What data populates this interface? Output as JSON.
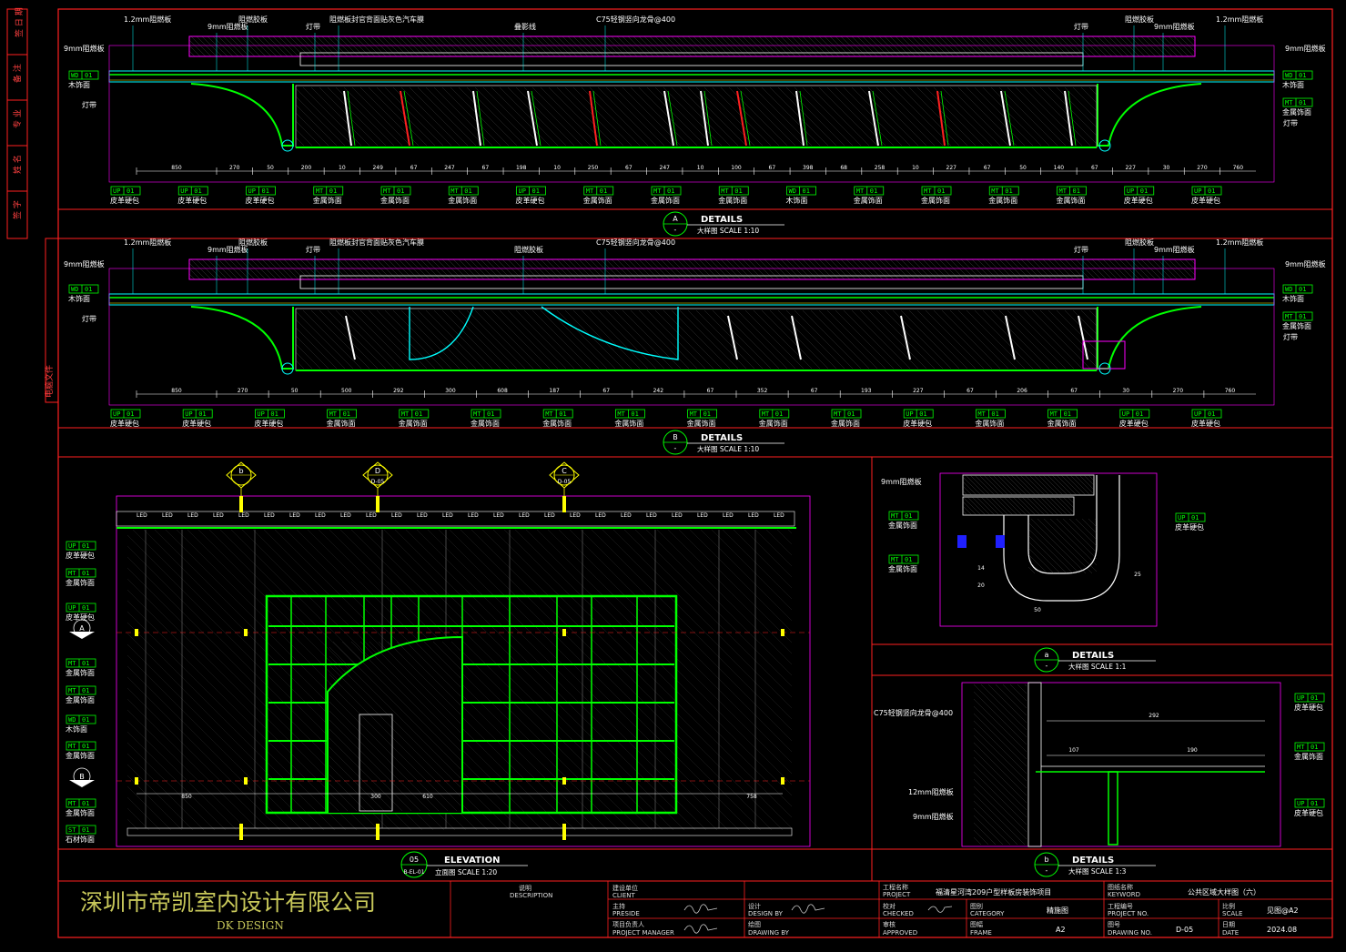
{
  "colors": {
    "frame": "#ff2020",
    "outline": "#ff00ff",
    "glass": "#00ff00",
    "cyan": "#00ffff",
    "white": "#ffffff",
    "yellow": "#ffff00",
    "blue": "#2020ff",
    "company": "#c8c85a"
  },
  "left_stamp": [
    "签 日 期",
    "备 注",
    "专 业",
    "姓 名",
    "签 字"
  ],
  "left_stamp2": "电脑文件",
  "detail_a": {
    "top_labels": [
      "1.2mm阻燃板",
      "9mm阻燃板",
      "阻燃胶板",
      "灯带",
      "阻燃板封官背面贴灰色汽车膜",
      "叠影线",
      "C75轻钢竖向龙骨@400",
      "灯带",
      "阻燃胶板",
      "9mm阻燃板",
      "1.2mm阻燃板"
    ],
    "left_labels": [
      "9mm阻燃板",
      "木饰面",
      "灯带"
    ],
    "right_labels": [
      "9mm阻燃板",
      "木饰面",
      "金属饰面",
      "灯带"
    ],
    "tags": [
      {
        "code": "UP 01",
        "name": "皮革硬包"
      },
      {
        "code": "UP 01",
        "name": "皮革硬包"
      },
      {
        "code": "UP 01",
        "name": "皮革硬包"
      },
      {
        "code": "MT 01",
        "name": "金属饰面"
      },
      {
        "code": "MT 01",
        "name": "金属饰面"
      },
      {
        "code": "MT 01",
        "name": "金属饰面"
      },
      {
        "code": "UP 01",
        "name": "皮革硬包"
      },
      {
        "code": "MT 01",
        "name": "金属饰面"
      },
      {
        "code": "MT 01",
        "name": "金属饰面"
      },
      {
        "code": "MT 01",
        "name": "金属饰面"
      },
      {
        "code": "WD 01",
        "name": "木饰面"
      },
      {
        "code": "MT 01",
        "name": "金属饰面"
      },
      {
        "code": "MT 01",
        "name": "金属饰面"
      },
      {
        "code": "MT 01",
        "name": "金属饰面"
      },
      {
        "code": "MT 01",
        "name": "金属饰面"
      },
      {
        "code": "UP 01",
        "name": "皮革硬包"
      },
      {
        "code": "UP 01",
        "name": "皮革硬包"
      }
    ],
    "dims": [
      "850",
      "270",
      "50",
      "200",
      "10",
      "249",
      "67",
      "247",
      "67",
      "198",
      "10",
      "250",
      "67",
      "247",
      "10",
      "100",
      "67",
      "398",
      "68",
      "258",
      "10",
      "227",
      "67",
      "50",
      "140",
      "67",
      "227",
      "30",
      "270",
      "760"
    ],
    "marker": "A",
    "title": "DETAILS",
    "subtitle": "大样图 SCALE 1:10"
  },
  "detail_b": {
    "top_labels": [
      "1.2mm阻燃板",
      "9mm阻燃板",
      "阻燃胶板",
      "灯带",
      "阻燃板封官背面贴灰色汽车膜",
      "阻燃胶板",
      "C75轻钢竖向龙骨@400",
      "灯带",
      "阻燃胶板",
      "9mm阻燃板",
      "1.2mm阻燃板"
    ],
    "tags": [
      {
        "code": "UP 01",
        "name": "皮革硬包"
      },
      {
        "code": "UP 01",
        "name": "皮革硬包"
      },
      {
        "code": "UP 01",
        "name": "皮革硬包"
      },
      {
        "code": "MT 01",
        "name": "金属饰面"
      },
      {
        "code": "MT 01",
        "name": "金属饰面"
      },
      {
        "code": "MT 01",
        "name": "金属饰面"
      },
      {
        "code": "MT 01",
        "name": "金属饰面"
      },
      {
        "code": "MT 01",
        "name": "金属饰面"
      },
      {
        "code": "MT 01",
        "name": "金属饰面"
      },
      {
        "code": "MT 01",
        "name": "金属饰面"
      },
      {
        "code": "MT 01",
        "name": "金属饰面"
      },
      {
        "code": "UP 01",
        "name": "皮革硬包"
      },
      {
        "code": "MT 01",
        "name": "金属饰面"
      },
      {
        "code": "MT 01",
        "name": "金属饰面"
      },
      {
        "code": "UP 01",
        "name": "皮革硬包"
      },
      {
        "code": "UP 01",
        "name": "皮革硬包"
      }
    ],
    "dims": [
      "850",
      "270",
      "50",
      "500",
      "292",
      "300",
      "608",
      "187",
      "67",
      "242",
      "67",
      "352",
      "67",
      "193",
      "227",
      "67",
      "206",
      "67",
      "30",
      "270",
      "760"
    ],
    "marker": "B",
    "title": "DETAILS",
    "subtitle": "大样图 SCALE 1:10"
  },
  "elevation": {
    "markers": [
      "b",
      "D",
      "C"
    ],
    "marker_subs": [
      "",
      "D-05",
      "D-05"
    ],
    "left_tags": [
      {
        "code": "UP 01",
        "name": "皮革硬包"
      },
      {
        "code": "MT 01",
        "name": "金属饰面"
      },
      {
        "code": "UP 01",
        "name": "皮革硬包"
      },
      {
        "code": "MT 01",
        "name": "金属饰面"
      },
      {
        "code": "MT 01",
        "name": "金属饰面"
      },
      {
        "code": "WD 01",
        "name": "木饰面"
      },
      {
        "code": "MT 01",
        "name": "金属饰面"
      },
      {
        "code": "MT 01",
        "name": "金属饰面"
      },
      {
        "code": "ST 01",
        "name": "石材饰面"
      }
    ],
    "section_marks": [
      "A",
      "B"
    ],
    "dims_bottom": [
      "850",
      "300",
      "610",
      "758"
    ],
    "number": "05",
    "title": "ELEVATION",
    "subtitle": "立面图 SCALE 1:20",
    "sub_code": "B-EL-01"
  },
  "detail_small_a": {
    "labels": [
      "9mm阻燃板"
    ],
    "tags": [
      {
        "code": "MT 01",
        "name": "金属饰面"
      },
      {
        "code": "MT 01",
        "name": "金属饰面"
      },
      {
        "code": "UP 01",
        "name": "皮革硬包"
      }
    ],
    "dims": [
      "14",
      "20",
      "25",
      "50"
    ],
    "marker": "a",
    "title": "DETAILS",
    "subtitle": "大样图 SCALE 1:1"
  },
  "detail_small_b": {
    "labels": [
      "C75轻钢竖向龙骨@400",
      "12mm阻燃板",
      "9mm阻燃板"
    ],
    "tags": [
      {
        "code": "UP 01",
        "name": "皮革硬包"
      },
      {
        "code": "MT 01",
        "name": "金属饰面"
      },
      {
        "code": "UP 01",
        "name": "皮革硬包"
      }
    ],
    "dims": [
      "292",
      "107",
      "190"
    ],
    "marker": "b",
    "title": "DETAILS",
    "subtitle": "大样图 SCALE 1:3"
  },
  "title_block": {
    "company_cn": "深圳市帝凯室内设计有限公司",
    "company_en": "DK   DESIGN",
    "description_label": "说明",
    "description_en": "DESCRIPTION",
    "client_label": "建设单位",
    "client_en": "CLIENT",
    "president_label": "主持",
    "president_en": "PRESIDE",
    "pm_label": "项目负责人",
    "pm_en": "PROJECT MANAGER",
    "design_label": "设计",
    "design_en": "DESIGN BY",
    "drawing_label": "绘图",
    "drawing_en": "DRAWING BY",
    "project_label": "工程名称",
    "project_en": "PROJECT",
    "project_value": "福清星河湾209户型样板房装饰项目",
    "checked_label": "校对",
    "checked_en": "CHECKED",
    "approved_label": "审核",
    "approved_en": "APPROVED",
    "category_label": "图别",
    "category_en": "CATEGORY",
    "category_value": "精施图",
    "frame_label": "图幅",
    "frame_en": "FRAME",
    "frame_value": "A2",
    "keyword_label": "图纸名称",
    "keyword_en": "KEYWORD",
    "keyword_value": "公共区域大样图（六）",
    "projno_label": "工程编号",
    "projno_en": "PROJECT NO.",
    "drawno_label": "图号",
    "drawno_en": "DRAWING NO.",
    "drawno_value": "D-05",
    "scale_label": "比例",
    "scale_en": "SCALE",
    "scale_value": "见图@A2",
    "date_label": "日期",
    "date_en": "DATE",
    "date_value": "2024.08"
  }
}
